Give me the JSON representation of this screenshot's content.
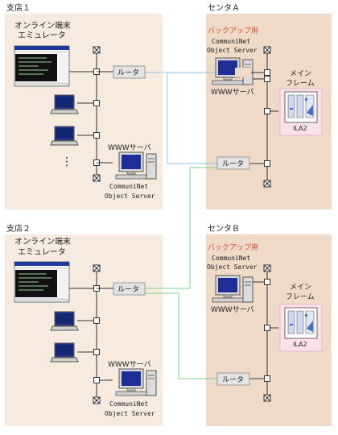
{
  "branch1": {
    "title": "支店１",
    "emulator_line1": "オンライン端末",
    "emulator_line2": "エミュレータ",
    "router": "ルータ",
    "www": "WWWサーバ",
    "server_line1": "CommuniNet",
    "server_line2": "Object Server",
    "dots": "⋮"
  },
  "branch2": {
    "title": "支店２",
    "emulator_line1": "オンライン端末",
    "emulator_line2": "エミュレータ",
    "router": "ルータ",
    "www": "WWWサーバ",
    "server_line1": "CommuniNet",
    "server_line2": "Object Server"
  },
  "centerA": {
    "title": "センタＡ",
    "backup": "バックアップ用",
    "server_line1": "CommuniNet",
    "server_line2": "Object Server",
    "www": "WWWサーバ",
    "mainframe_line1": "メイン",
    "mainframe_line2": "フレーム",
    "model": "ILA2",
    "router": "ルータ"
  },
  "centerB": {
    "title": "センタＢ",
    "backup": "バックアップ用",
    "server_line1": "CommuniNet",
    "server_line2": "Object Server",
    "www": "WWWサーバ",
    "mainframe_line1": "メイン",
    "mainframe_line2": "フレーム",
    "model": "ILA2",
    "router": "ルータ"
  },
  "colors": {
    "panel": "#f7ebe0",
    "center_panel": "#efdac8",
    "router_fill": "#e3e3e3",
    "link_blue": "#8fc0e6",
    "link_green": "#7fd08a",
    "backup_red": "#d84a3a",
    "mainframe_bg": "#fbe1ea"
  }
}
